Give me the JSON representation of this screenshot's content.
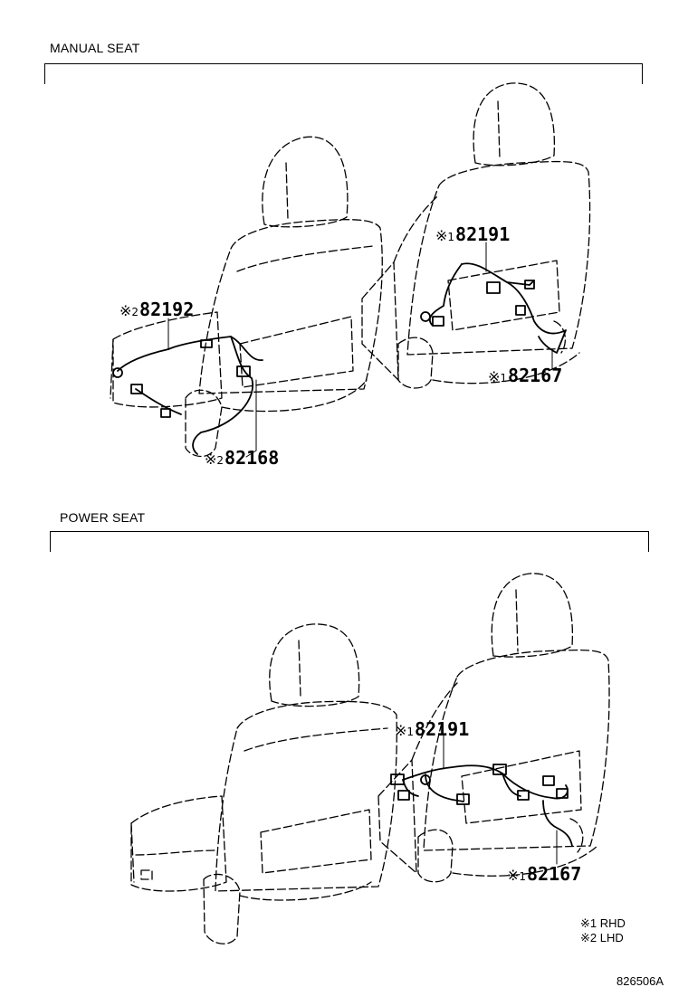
{
  "sections": {
    "manual": {
      "title": "MANUAL SEAT"
    },
    "power": {
      "title": "POWER SEAT"
    }
  },
  "callouts": {
    "m_82192": {
      "mark": "※",
      "note": "2",
      "part": "82192"
    },
    "m_82191": {
      "mark": "※",
      "note": "1",
      "part": "82191"
    },
    "m_82167": {
      "mark": "※",
      "note": "1",
      "part": "82167"
    },
    "m_82168": {
      "mark": "※",
      "note": "2",
      "part": "82168"
    },
    "p_82191": {
      "mark": "※",
      "note": "1",
      "part": "82191"
    },
    "p_82167": {
      "mark": "※",
      "note": "1",
      "part": "82167"
    }
  },
  "legend": {
    "rhd": "※1 RHD",
    "lhd": "※2 LHD"
  },
  "figure_id": "826506A"
}
